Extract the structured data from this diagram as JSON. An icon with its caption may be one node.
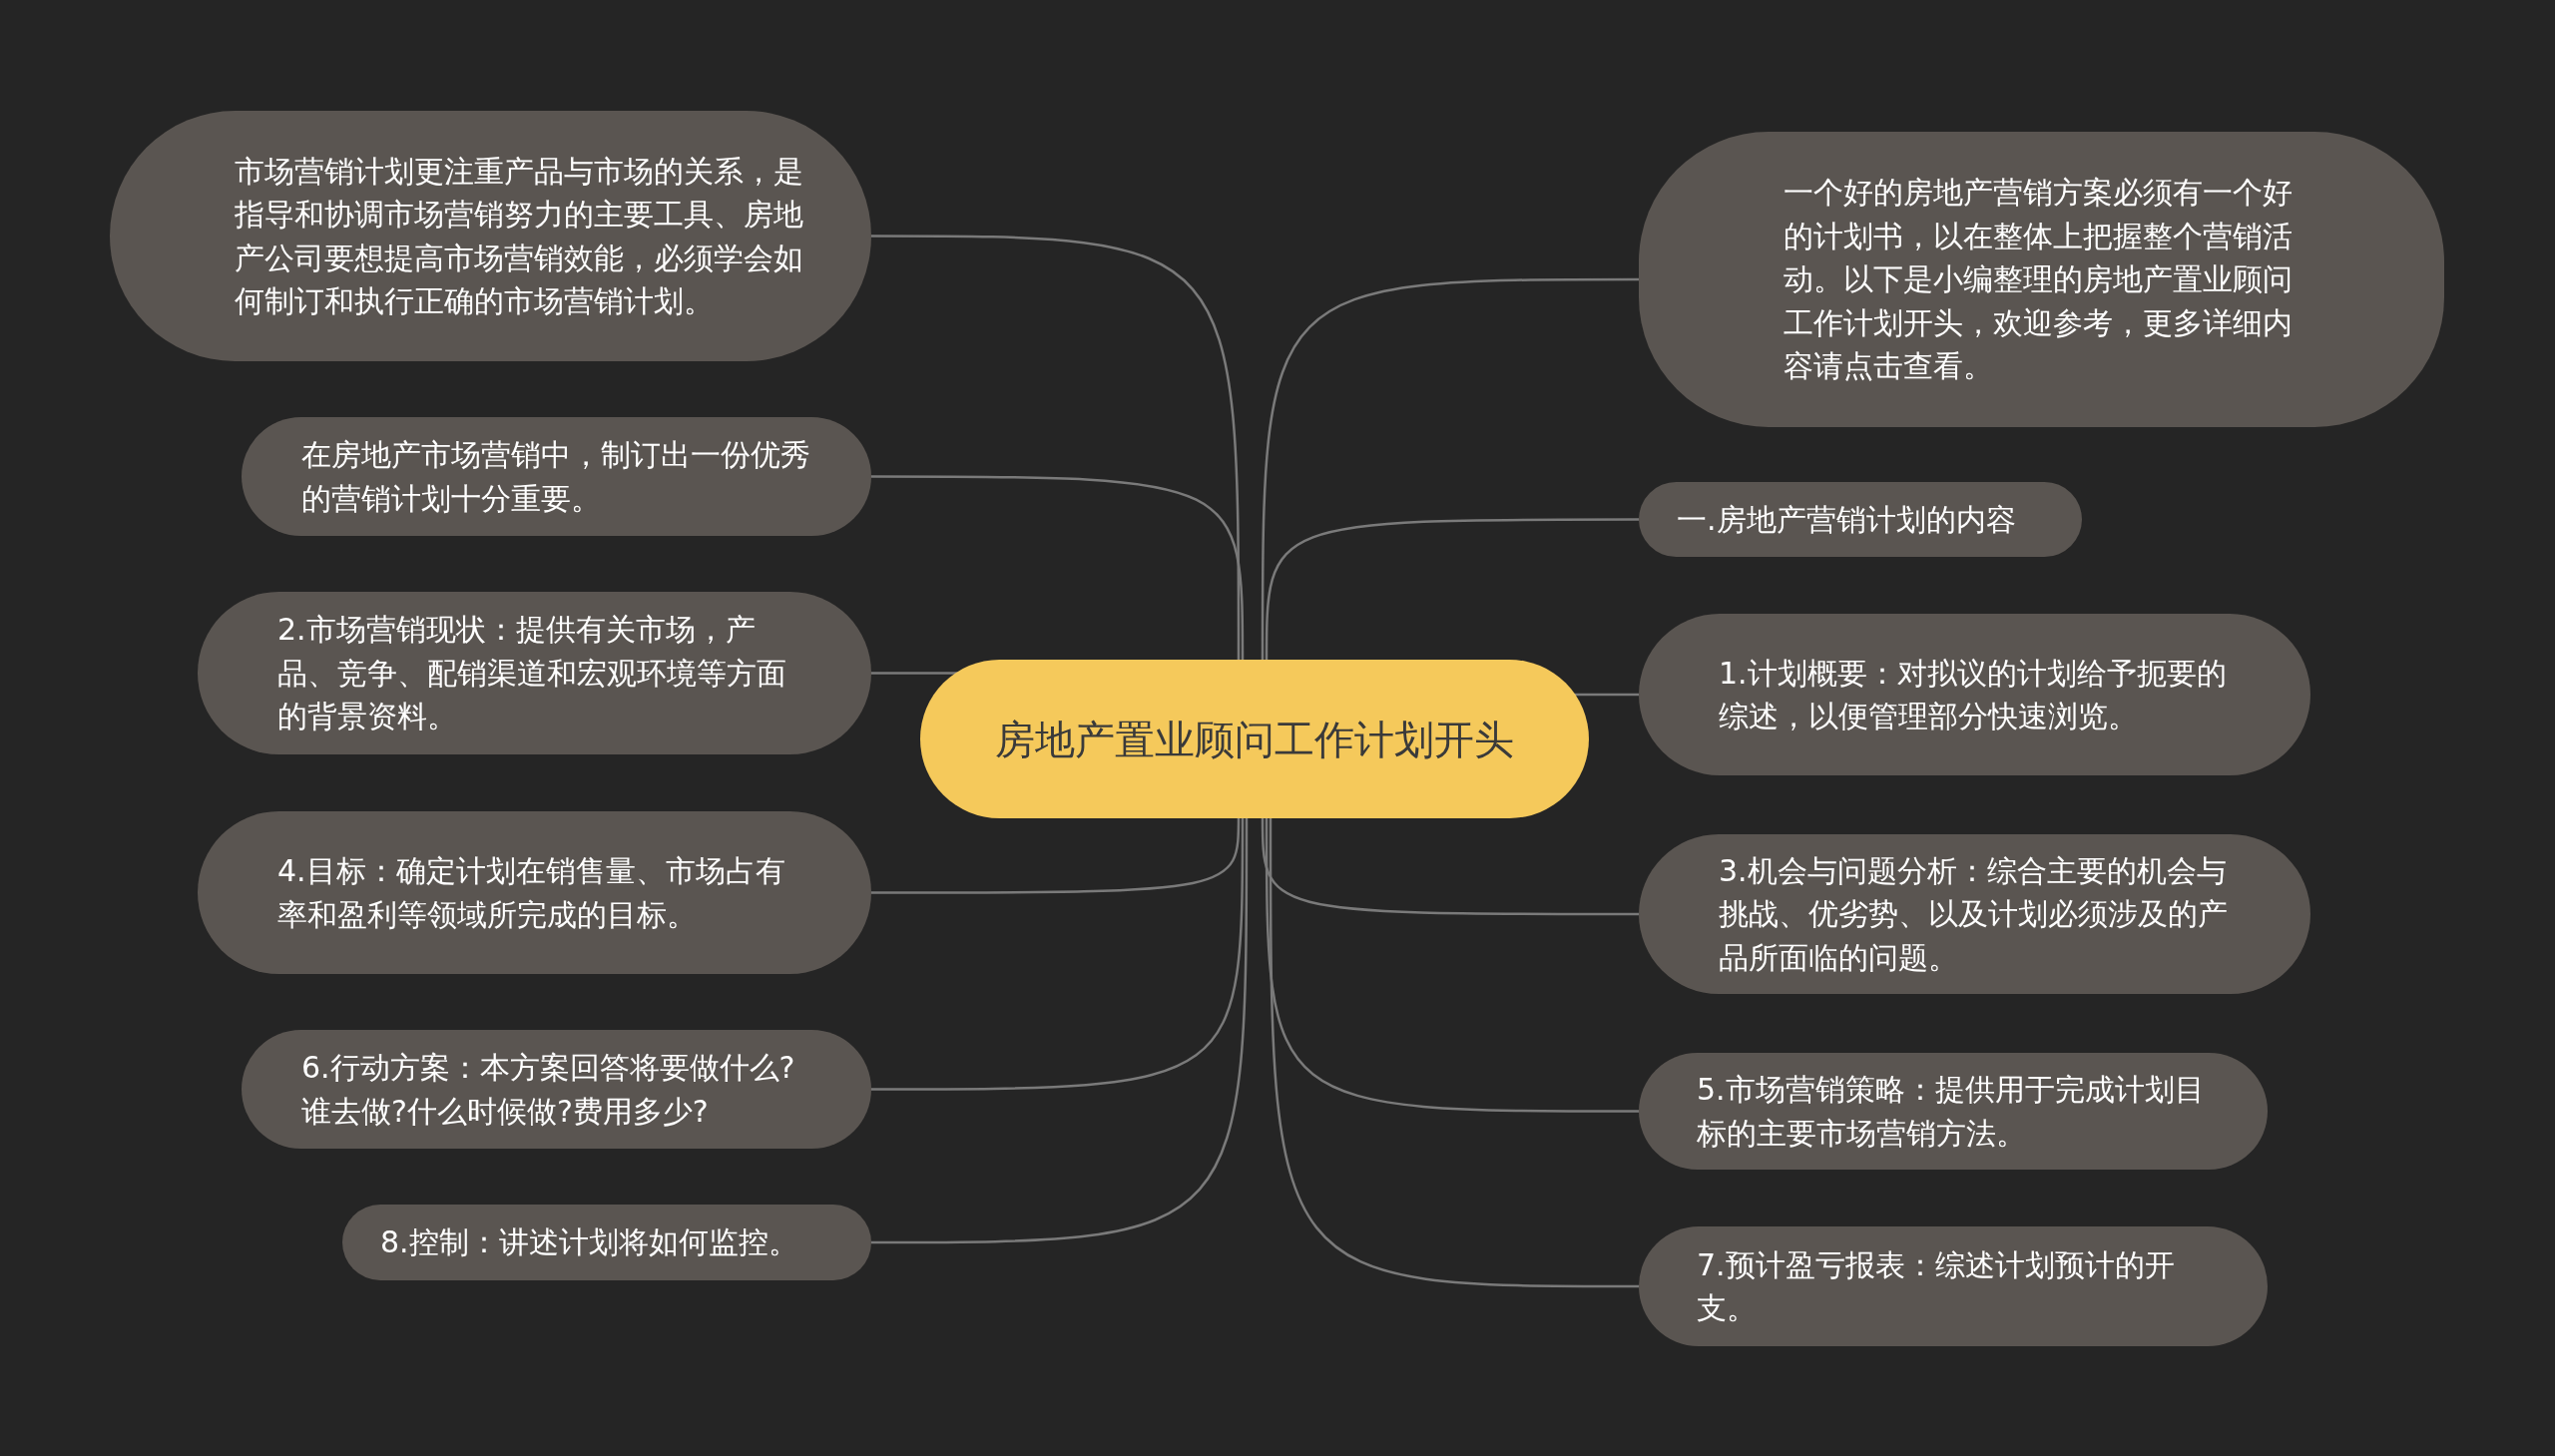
{
  "diagram": {
    "nodes": [
      {
        "text": [
          "房地产置业顾问工作计划开头"
        ]
      },
      {
        "text": [
          "市场营销计划更注重产品与市场的关系，是指导和协调市场营销努力的主要工具、房地产公司要想提高市场营销效能，必须学会如何制订和执行正确的市场营销计划。"
        ]
      },
      {
        "text": [
          "在房地产市场营销中，制订出一份优秀的营销计划十分重要。"
        ]
      },
      {
        "text": [
          "2.市场营销现状：提供有关市场，产品、竞争、配销渠道和宏观环境等方面的背景资料。"
        ]
      },
      {
        "text": [
          "4.目标：确定计划在销售量、市场占有率和盈利等领域所完成的目标。"
        ]
      },
      {
        "text": [
          "6.行动方案：本方案回答将要做什么?谁去做?什么时候做?费用多少?"
        ]
      },
      {
        "text": [
          "8.控制：讲述计划将如何监控。"
        ]
      },
      {
        "text": [
          "一个好的房地产营销方案必须有一个好的计划书，以在整体上把握整个营销活动。以下是小编整理的房地产置业顾问工作计划开头，欢迎参考，更多详细内容请点击查看。"
        ]
      },
      {
        "text": [
          "一.房地产营销计划的内容"
        ]
      },
      {
        "text": [
          "1.计划概要：对拟议的计划给予扼要的综述，以便管理部分快速浏览。"
        ]
      },
      {
        "text": [
          "3.机会与问题分析：综合主要的机会与挑战、优劣势、以及计划必须涉及的产品所面临的问题。"
        ]
      },
      {
        "text": [
          "5.市场营销策略：提供用于完成计划目标的主要市场营销方法。"
        ]
      },
      {
        "text": [
          "7.预计盈亏报表：综述计划预计的开支。"
        ]
      }
    ],
    "edges": [
      {
        "from": 0,
        "to": 1,
        "arrow": "none"
      },
      {
        "from": 0,
        "to": 2,
        "arrow": "none"
      },
      {
        "from": 0,
        "to": 3,
        "arrow": "none"
      },
      {
        "from": 0,
        "to": 4,
        "arrow": "none"
      },
      {
        "from": 0,
        "to": 5,
        "arrow": "none"
      },
      {
        "from": 0,
        "to": 6,
        "arrow": "none"
      },
      {
        "from": 0,
        "to": 7,
        "arrow": "none"
      },
      {
        "from": 0,
        "to": 8,
        "arrow": "none"
      },
      {
        "from": 0,
        "to": 9,
        "arrow": "none"
      },
      {
        "from": 0,
        "to": 10,
        "arrow": "none"
      },
      {
        "from": 0,
        "to": 11,
        "arrow": "none"
      },
      {
        "from": 0,
        "to": 12,
        "arrow": "none"
      }
    ]
  }
}
